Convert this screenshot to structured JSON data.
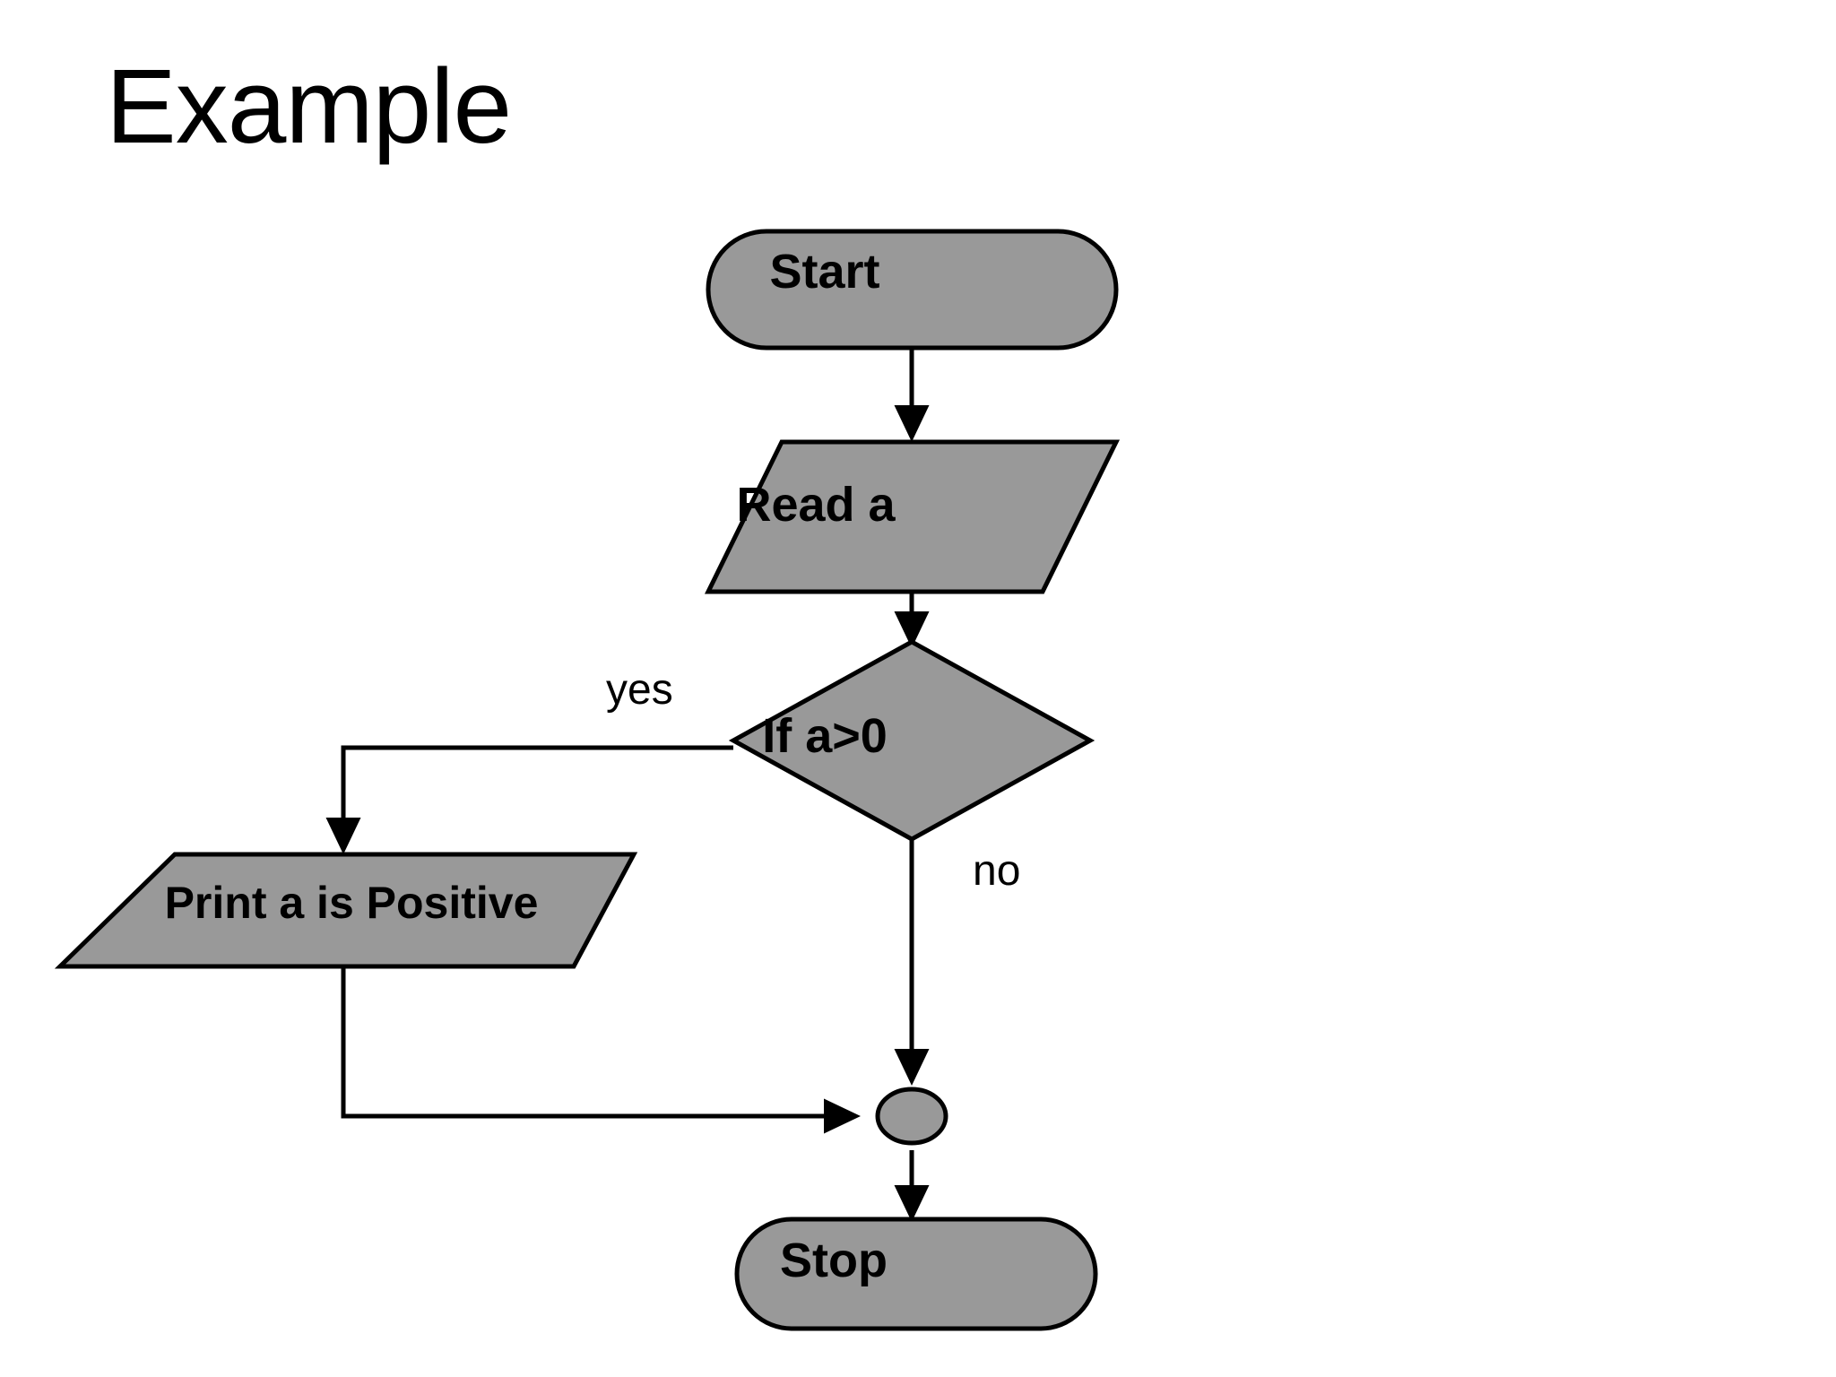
{
  "slide": {
    "title": "Example",
    "background_color": "#ffffff"
  },
  "style": {
    "shape_fill": "#999999",
    "shape_stroke": "#000000",
    "text_color": "#000000",
    "connector_color": "#000000"
  },
  "flowchart": {
    "nodes": [
      {
        "id": "start",
        "label": "Start",
        "shape": "terminator-stadium"
      },
      {
        "id": "read",
        "label": "Read a",
        "shape": "parallelogram-io"
      },
      {
        "id": "decision",
        "label": "If a>0",
        "shape": "diamond-decision"
      },
      {
        "id": "print",
        "label": "Print a is Positive",
        "shape": "parallelogram-io"
      },
      {
        "id": "merge",
        "label": "",
        "shape": "ellipse-junction"
      },
      {
        "id": "stop",
        "label": "Stop",
        "shape": "terminator-stadium"
      }
    ],
    "edges": [
      {
        "id": "e-start-read",
        "from": "start",
        "to": "read",
        "label": ""
      },
      {
        "id": "e-read-decision",
        "from": "read",
        "to": "decision",
        "label": ""
      },
      {
        "id": "e-decision-print",
        "from": "decision",
        "to": "print",
        "label": "yes"
      },
      {
        "id": "e-decision-merge",
        "from": "decision",
        "to": "merge",
        "label": "no"
      },
      {
        "id": "e-print-merge",
        "from": "print",
        "to": "merge",
        "label": ""
      },
      {
        "id": "e-merge-stop",
        "from": "merge",
        "to": "stop",
        "label": ""
      }
    ],
    "branch_labels": {
      "yes": "yes",
      "no": "no"
    }
  }
}
